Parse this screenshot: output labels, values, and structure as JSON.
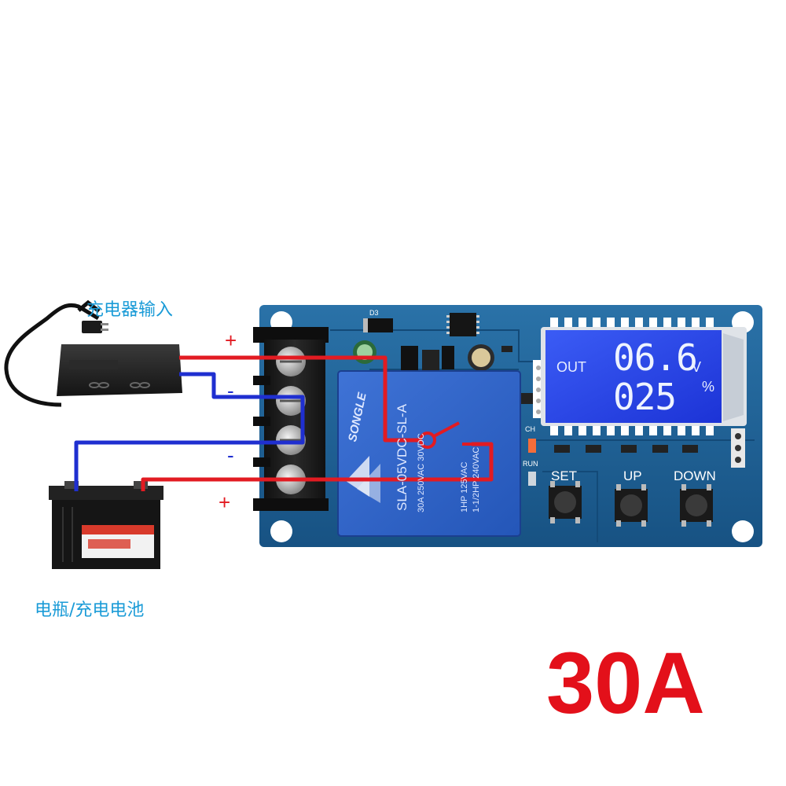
{
  "labels": {
    "charger_input": "充电器输入",
    "battery": "电瓶/充电电池"
  },
  "terminal_signs": {
    "charger_plus": "+",
    "charger_minus": "-",
    "battery_minus": "-",
    "battery_plus": "+"
  },
  "lcd": {
    "mode": "OUT",
    "voltage": "06.6",
    "voltage_unit": "V",
    "percent": "025",
    "percent_unit": "%"
  },
  "buttons": {
    "set": "SET",
    "up": "UP",
    "down": "DOWN"
  },
  "board_marks": {
    "ch": "CH",
    "run": "RUN",
    "d3": "D3"
  },
  "relay": {
    "brand": "SONGLE",
    "model": "SLA-05VDC-SL-A",
    "rating_1": "30A 250VAC 30VDC",
    "rating_2": "1HP 125VAC",
    "rating_3": "1-1/2HP 240VAC"
  },
  "current_rating": "30A",
  "colors": {
    "board": "#1d5f93",
    "lcd": "#2140e6",
    "positive_wire": "#e21b22",
    "negative_wire": "#1f2fd0",
    "label": "#1a9bd7",
    "rating": "#e3101a"
  },
  "icons": [
    "power-adapter-icon",
    "battery-icon",
    "relay-switch-symbol"
  ]
}
